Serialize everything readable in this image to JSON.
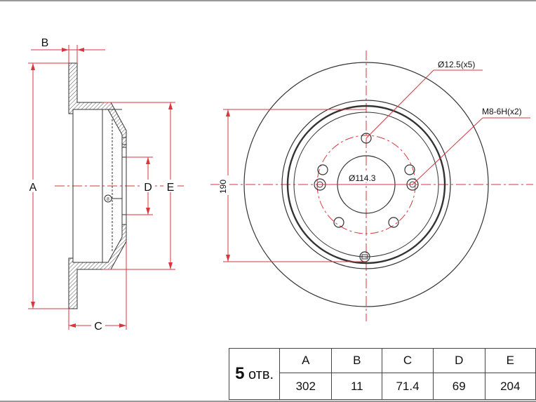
{
  "side_view": {
    "label_a": "A",
    "label_b": "B",
    "label_c": "C",
    "label_d": "D",
    "label_e": "E",
    "callout": "8"
  },
  "front_view": {
    "height_dim": "190",
    "bolt_hole_note": "Ø12.5(x5)",
    "thread_note": "M8-6H(x2)",
    "pcd_note": "Ø114.3"
  },
  "spec_table": {
    "holes_count": "5",
    "holes_suffix": "отв.",
    "headers": [
      "A",
      "B",
      "C",
      "D",
      "E"
    ],
    "values": [
      "302",
      "11",
      "71.4",
      "69",
      "204"
    ]
  },
  "colors": {
    "dimension": "#d9363e",
    "outline": "#333333",
    "hatch": "#555555"
  }
}
